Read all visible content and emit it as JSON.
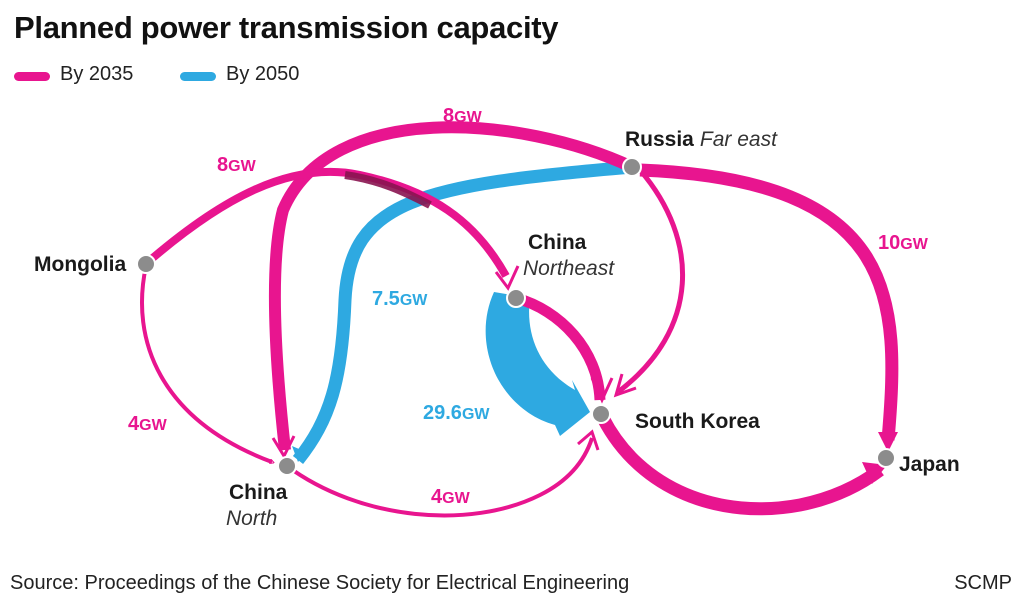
{
  "title": "Planned power transmission capacity",
  "legend": [
    {
      "label": "By 2035",
      "color": "#e8158f"
    },
    {
      "label": "By 2050",
      "color": "#2ea9e1"
    }
  ],
  "nodes": {
    "russia": {
      "name": "Russia",
      "sub": "Far east"
    },
    "mongolia": {
      "name": "Mongolia",
      "sub": ""
    },
    "china_ne": {
      "name": "China",
      "sub": "Northeast"
    },
    "china_n": {
      "name": "China",
      "sub": "North"
    },
    "south_korea": {
      "name": "South Korea",
      "sub": ""
    },
    "japan": {
      "name": "Japan",
      "sub": ""
    }
  },
  "flows": {
    "mongolia_ne": {
      "value": "8",
      "unit": "GW"
    },
    "russia_n": {
      "value": "8",
      "unit": "GW"
    },
    "russia_japan": {
      "value": "10",
      "unit": "GW"
    },
    "russia_n_2050": {
      "value": "7.5",
      "unit": "GW"
    },
    "mongolia_n": {
      "value": "4",
      "unit": "GW"
    },
    "n_korea": {
      "value": "4",
      "unit": "GW"
    },
    "ne_korea_2050": {
      "value": "29.6",
      "unit": "GW"
    }
  },
  "colors": {
    "by2035": "#e8158f",
    "by2050": "#2ea9e1",
    "node": "#8c8c8c",
    "overlap": "#8a1450"
  },
  "source": "Source: Proceedings of the Chinese Society for Electrical Engineering",
  "credit": "SCMP"
}
